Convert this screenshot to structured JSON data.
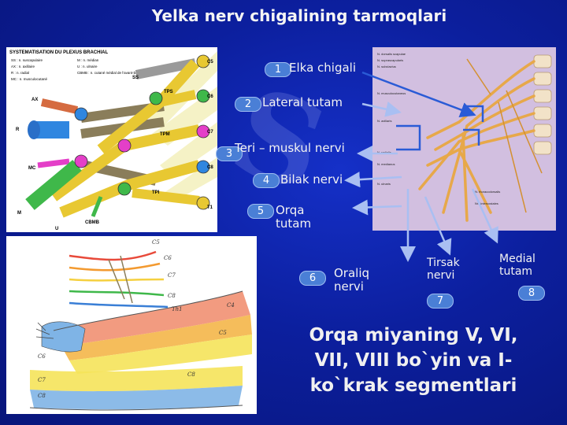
{
  "title": "Yelka nerv chigalining tarmoqlari",
  "labels": [
    {
      "num": "1",
      "text": "Elka chigali"
    },
    {
      "num": "2",
      "text": "Lateral tutam"
    },
    {
      "num": "3",
      "text": "Teri – muskul nervi"
    },
    {
      "num": "4",
      "text": "Bilak nervi"
    },
    {
      "num": "5",
      "text_line1": "Orqa",
      "text_line2": "tutam"
    },
    {
      "num": "6",
      "text_line1": "Oraliq",
      "text_line2": "nervi"
    },
    {
      "num": "7",
      "text_line1": "Tirsak",
      "text_line2": "nervi"
    },
    {
      "num": "8",
      "text_line1": "Medial",
      "text_line2": "tutam"
    }
  ],
  "bottom_text": {
    "line1": "Orqa miyaning  V, VI,",
    "line2": "VII, VIII bo`yin  va I-",
    "line3": "ko`krak segmentlari"
  },
  "panel1": {
    "heading": "SYSTEMATISATION DU PLEXUS BRACHIAL",
    "legend_left": [
      "SS : n. suscapulaire",
      "AX : n. axillaire",
      "R : n. radial",
      "MC : n. musculocutané"
    ],
    "legend_right": [
      "M : n. médian",
      "U : n. ulnaire",
      "CBMB : n. cutané médial de l'avant-bras"
    ],
    "roots": [
      "C5",
      "C6",
      "C7",
      "C8",
      "T1"
    ],
    "trunks": [
      "TPS",
      "TPM",
      "TPI"
    ],
    "branch_labels": [
      "SS",
      "AX",
      "R",
      "MC",
      "M",
      "U",
      "CBMB"
    ]
  },
  "colors": {
    "background": "#0c1f9e",
    "badge": "#4a7fd6",
    "arrow": "#9fb6f0",
    "arrow_dark": "#2a5bd6",
    "nerve_yellow": "#e8c832",
    "nerve_blue": "#2f86e0",
    "nerve_green": "#3fb84a",
    "nerve_pink": "#e43fc8",
    "nerve_brown": "#8a7d5a"
  }
}
